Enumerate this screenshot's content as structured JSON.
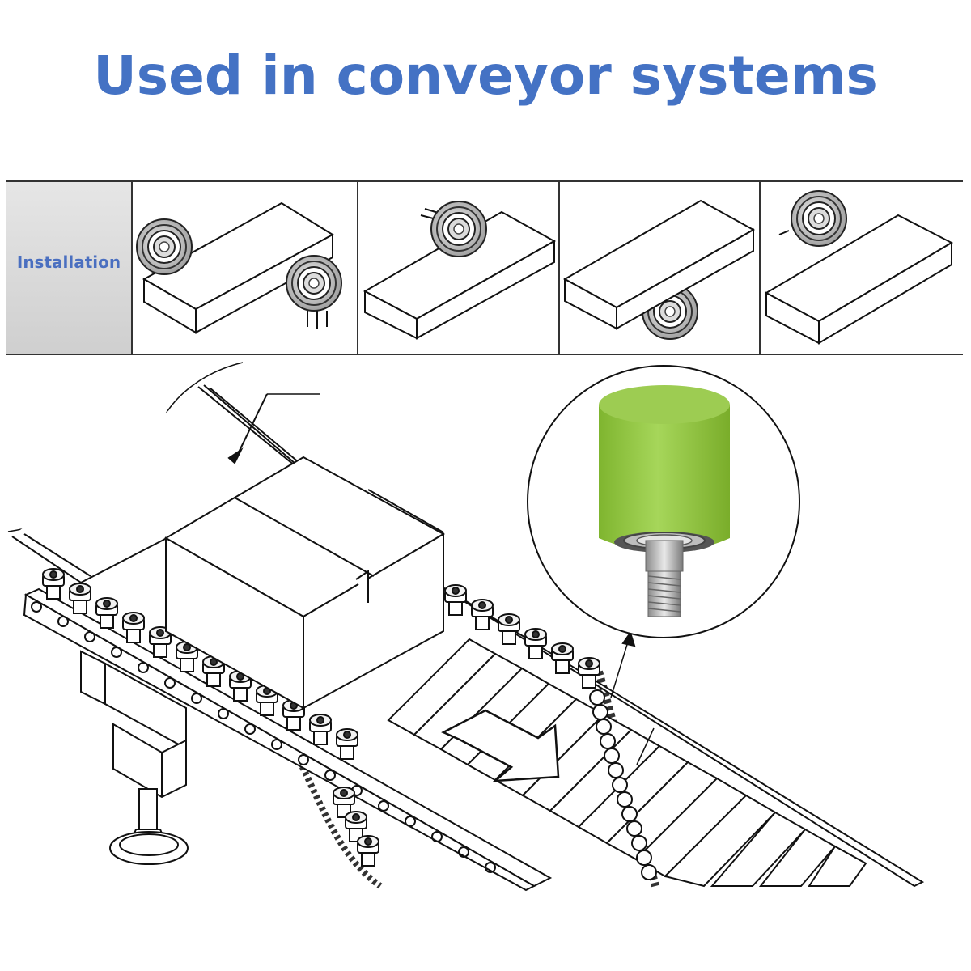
{
  "heading": {
    "title": "Used in conveyor systems"
  },
  "installation": {
    "label": "Installation"
  },
  "icons": {
    "bearing": "ball-bearing-icon",
    "roller": "green-polyurethane-roller",
    "arrow": "direction-arrow"
  },
  "colors": {
    "title": "#4472c4",
    "label": "#4a6fc0",
    "label_cell": "#dcdcdc",
    "roller_green": "#8cc63f",
    "line": "#222222"
  }
}
